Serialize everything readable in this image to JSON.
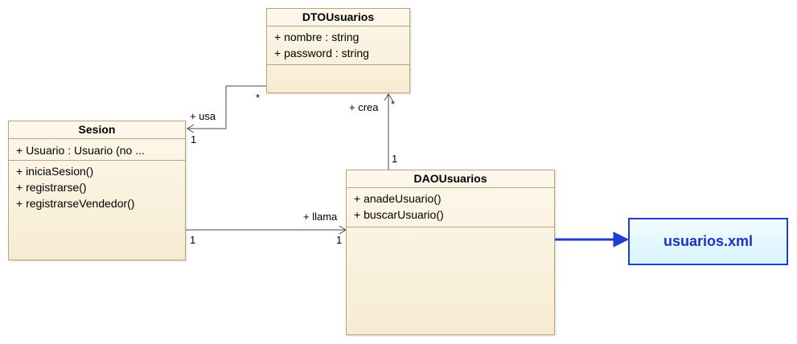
{
  "classes": {
    "dto": {
      "name": "DTOUsuarios",
      "attributes": [
        "+ nombre : string",
        "+ password : string"
      ],
      "operations": []
    },
    "sesion": {
      "name": "Sesion",
      "attributes": [
        "+ Usuario : Usuario (no ..."
      ],
      "operations": [
        "+ iniciaSesion()",
        "+ registrarse()",
        "+ registrarseVendedor()"
      ]
    },
    "dao": {
      "name": "DAOUsuarios",
      "attributes": [],
      "operations": [
        "+ anadeUsuario()",
        "+ buscarUsuario()"
      ]
    }
  },
  "file": {
    "name": "usuarios.xml"
  },
  "associations": {
    "usa": {
      "role": "+ usa",
      "mult_source": "*",
      "mult_target": "1"
    },
    "crea": {
      "role": "+ crea",
      "mult_source": "1",
      "mult_target": "*"
    },
    "llama": {
      "role": "+ llama",
      "mult_source": "1",
      "mult_target": "1"
    }
  },
  "colors": {
    "class_border": "#b8a57e",
    "class_fill": "#f7ecd2",
    "line": "#4a4a4a",
    "file_border": "#1e3cd6",
    "file_text": "#1b31c4"
  }
}
